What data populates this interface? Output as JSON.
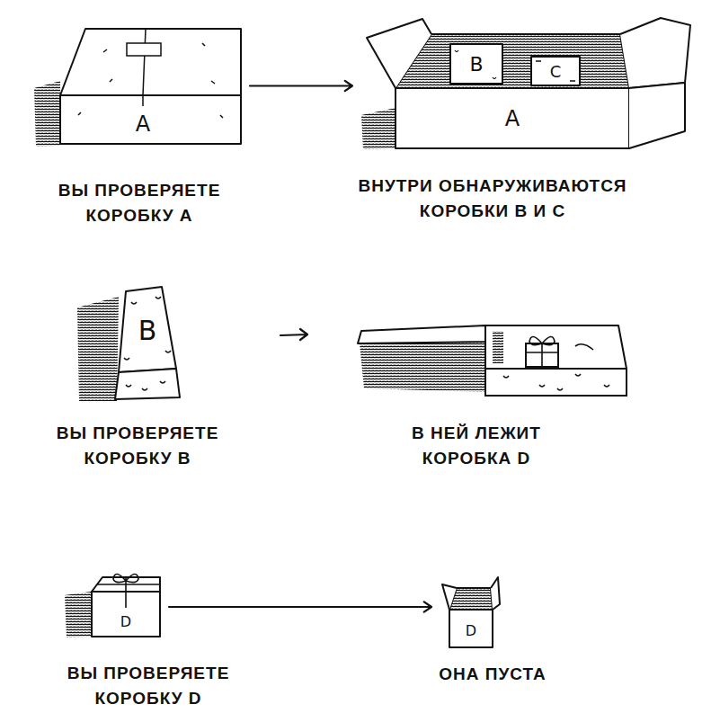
{
  "diagram": {
    "nodes": [
      {
        "text": [
          "A"
        ]
      },
      {
        "text": [
          "A"
        ]
      },
      {
        "text": [
          "B"
        ],
        "in": 1
      },
      {
        "text": [
          "C"
        ],
        "in": 1
      },
      {
        "text": [
          "B"
        ]
      },
      {
        "text": [
          "D"
        ]
      },
      {
        "text": [
          "D"
        ]
      }
    ],
    "edges": [
      {
        "from": 0,
        "to": 1,
        "arrow": "to"
      },
      {
        "from": 5,
        "to": 6,
        "arrow": "to"
      }
    ],
    "labels": [
      "ВЫ ПРОВЕРЯЕТЕ КОРОБКУ A",
      "ВНУТРИ ОБНАРУЖИВАЮТСЯ КОРОБКИ B И C",
      "ВЫ ПРОВЕРЯЕТЕ КОРОБКУ B",
      "В НЕЙ ЛЕЖИТ КОРОБКА D",
      "ВЫ ПРОВЕРЯЕТЕ КОРОБКУ D",
      "ОНА ПУСТА"
    ]
  }
}
